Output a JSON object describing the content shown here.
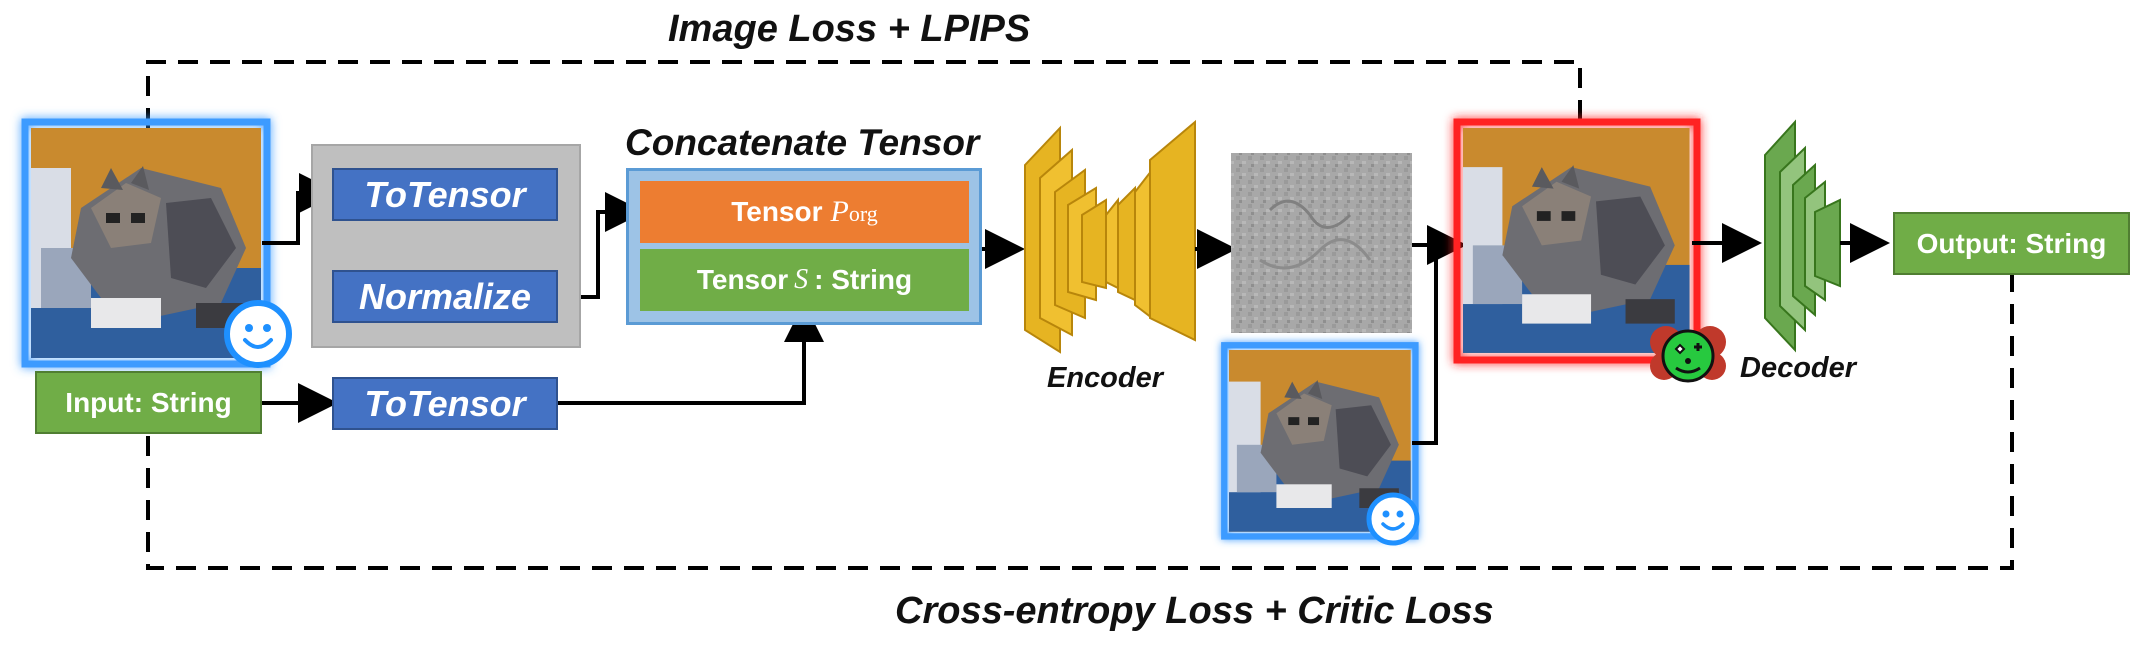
{
  "title_top": "Image Loss + LPIPS",
  "title_bottom": "Cross-entropy Loss + Critic Loss",
  "concat_title": "Concatenate Tensor",
  "preprocess": {
    "to_tensor": "ToTensor",
    "normalize": "Normalize"
  },
  "input_label": "Input: String",
  "to_tensor_2": "ToTensor",
  "tensor_p": {
    "prefix": "Tensor",
    "symbol": "P",
    "subscript": "org"
  },
  "tensor_s": {
    "prefix": "Tensor",
    "symbol": "S",
    "suffix": ": String"
  },
  "encoder_label": "Encoder",
  "decoder_label": "Decoder",
  "output_label": "Output: String",
  "colors": {
    "blue_box": "#4472c4",
    "green_box": "#70ad47",
    "orange_box": "#ed7d31",
    "gray_panel": "#bfbfbf",
    "concat_panel": "#9dc3e6",
    "encoder": "#e6b422",
    "decoder": "#6aa84f",
    "clean_glow": "#3d9bff",
    "adv_glow": "#ff2020"
  },
  "icons": {
    "clean_image_badge": "smile-icon",
    "adversarial_badge": "clown-face-icon"
  }
}
